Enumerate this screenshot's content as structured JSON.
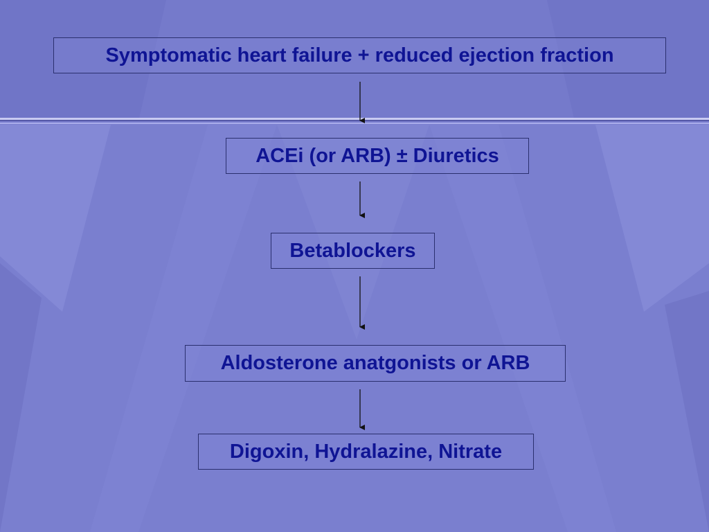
{
  "flowchart": {
    "steps": [
      {
        "label": "Symptomatic heart failure + reduced ejection fraction"
      },
      {
        "label": "ACEi (or ARB) ± Diuretics"
      },
      {
        "label": "Betablockers"
      },
      {
        "label": "Aldosterone anatgonists or ARB"
      },
      {
        "label": "Digoxin, Hydralazine, Nitrate"
      }
    ]
  },
  "colors": {
    "background": "#7a7fcf",
    "text": "#0f1494",
    "border": "#2a2f6e",
    "arrow": "#111111"
  }
}
